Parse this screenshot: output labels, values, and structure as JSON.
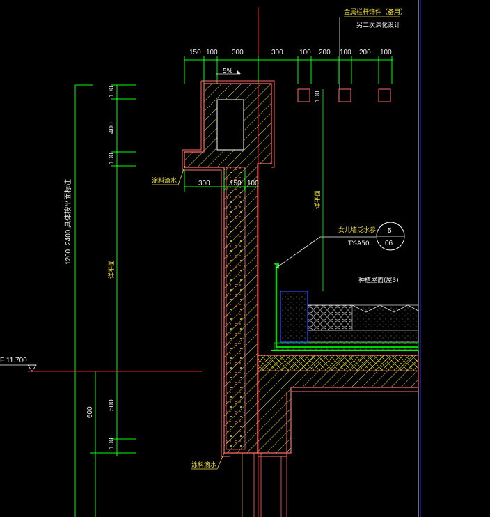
{
  "top_dims": [
    "150",
    "100",
    "300",
    "300",
    "100",
    "200",
    "100",
    "200",
    "100"
  ],
  "slope": "5%",
  "left_dims": [
    "100",
    "400",
    "100",
    "500",
    "100"
  ],
  "lower_dim": "600",
  "height_note": "1200~2400,具体按平面标注",
  "wall_note_left": "详平面",
  "wall_note_right": "详平面",
  "metal_rail_note": "金属栏杆饰件（备用）",
  "metal_rail_sub": "另二次深化设计",
  "drip_note_top": "涂料滴水",
  "drip_note_bottom": "涂料滴水",
  "gutter_dims": [
    "300",
    "150",
    "100"
  ],
  "dim_100_right": "100",
  "elevation_text": "F 11.700",
  "waterproof_label": "女儿墙泛水参",
  "waterproof_code": "TY-A50",
  "detail_number": "5",
  "detail_sheet": "06",
  "roof_label": "种植屋面(屋3)",
  "colors": {
    "background": "#000000",
    "outline": "#ff6b6b",
    "hatch": "#f0e040",
    "dimension": "#00ff00",
    "membrane": "#00d000",
    "detail_circle": "#ffffff",
    "drainage_box": "#2040ff",
    "section_line": "#ff0000"
  }
}
